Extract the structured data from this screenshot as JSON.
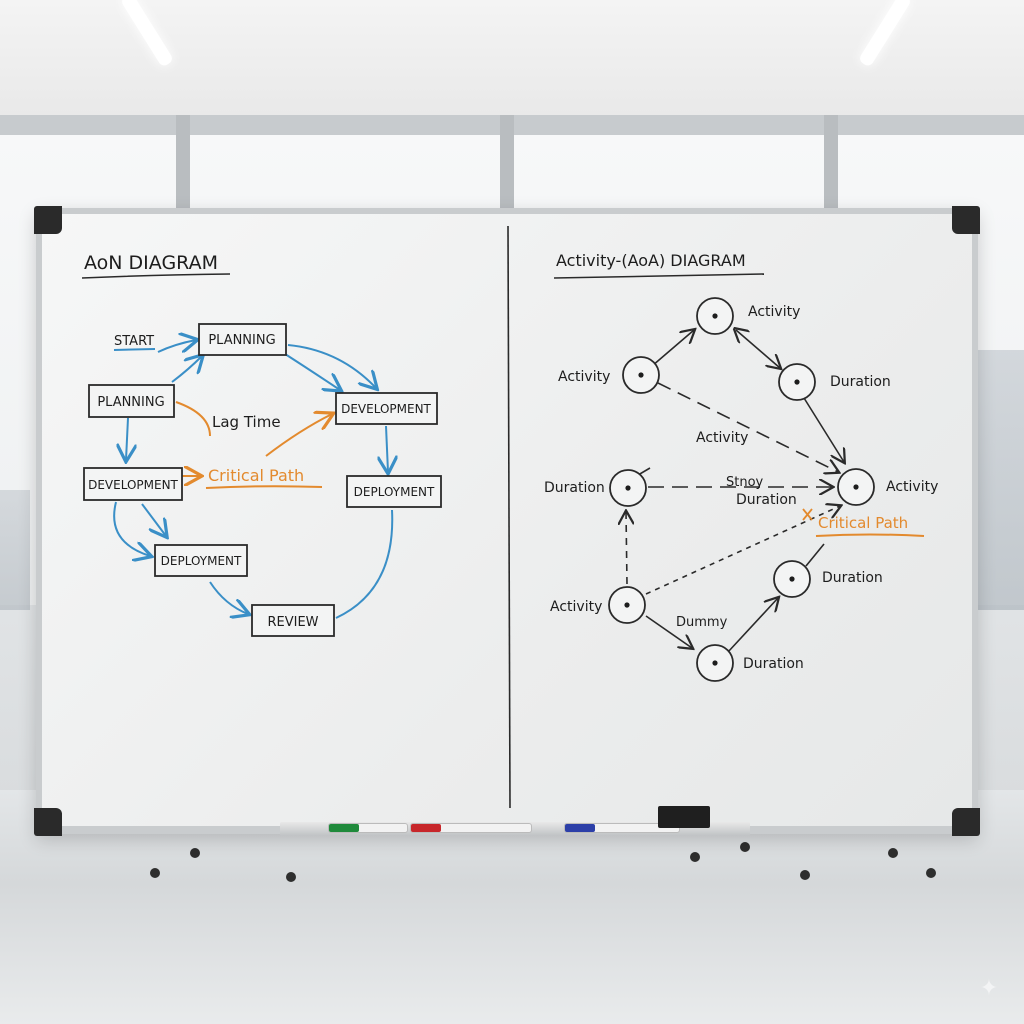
{
  "left_diagram": {
    "title": "AoN DIAGRAM",
    "start_label": "START",
    "nodes": {
      "planning_top": "PLANNING",
      "planning_left": "PLANNING",
      "development_right": "DEVELOPMENT",
      "development_left": "DEVELOPMENT",
      "deployment_right": "DEPLOYMENT",
      "deployment_bottom": "DEPLOYMENT",
      "review": "REVIEW"
    },
    "annotations": {
      "lag_time": "Lag Time",
      "critical_path": "Critical Path"
    }
  },
  "right_diagram": {
    "title": "Activity-(AoA) DIAGRAM",
    "labels": {
      "top_activity": "Activity",
      "left_activity": "Activity",
      "right_duration": "Duration",
      "middle_activity": "Activity",
      "mid_left_duration": "Duration",
      "stnoy": "Stnoy",
      "center_duration": "Duration",
      "right_activity": "Activity",
      "critical_path": "Critical Path",
      "lower_right_duration": "Duration",
      "lower_left_activity": "Activity",
      "dummy": "Dummy",
      "bottom_duration": "Duration"
    }
  },
  "colors": {
    "marker_blue": "#3a8fc7",
    "marker_orange": "#e38a2e",
    "marker_black": "#1d1d1d",
    "tray_marker_green": "#1f8a3b",
    "tray_marker_red": "#c7262a",
    "tray_marker_blue": "#2c3fa8"
  },
  "icons": [
    "whiteboard",
    "marker",
    "eraser",
    "sparkle-icon"
  ]
}
